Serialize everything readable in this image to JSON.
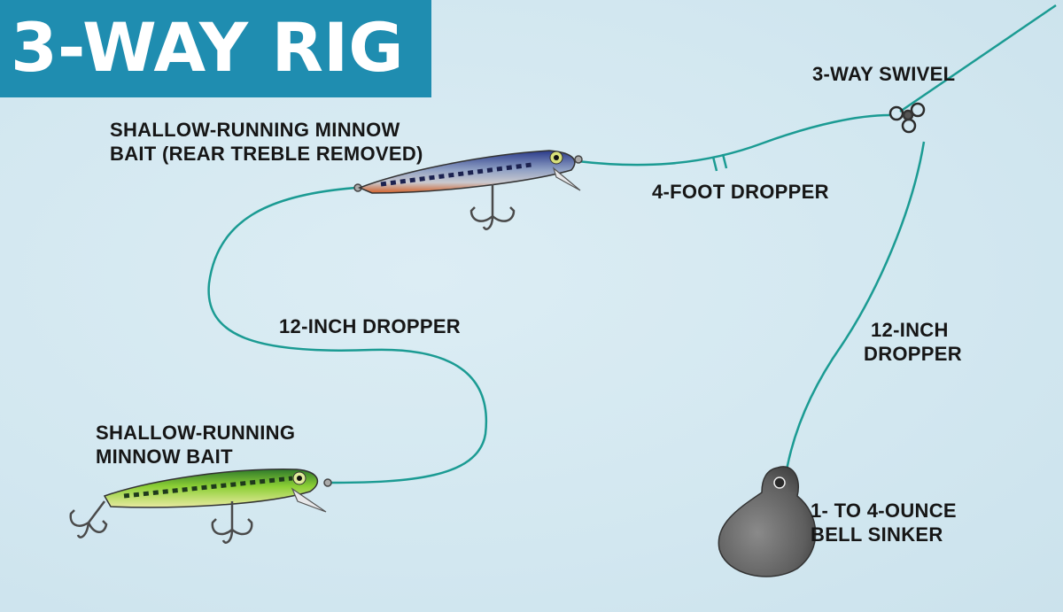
{
  "title": "3-WAY RIG",
  "labels": {
    "swivel": "3-WAY SWIVEL",
    "top_bait_line1": "SHALLOW-RUNNING MINNOW",
    "top_bait_line2": "BAIT (REAR TREBLE REMOVED)",
    "four_foot_dropper": "4-FOOT DROPPER",
    "left_dropper": "12-INCH DROPPER",
    "bottom_bait_line1": "SHALLOW-RUNNING",
    "bottom_bait_line2": "MINNOW BAIT",
    "right_dropper_line1": "12-INCH",
    "right_dropper_line2": "DROPPER",
    "sinker_line1": "1- TO 4-OUNCE",
    "sinker_line2": "BELL SINKER"
  },
  "colors": {
    "background": "#d6e9f1",
    "title_bar": "#1f8db0",
    "line": "#1b9b93",
    "sinker": "#6d6d6d"
  }
}
